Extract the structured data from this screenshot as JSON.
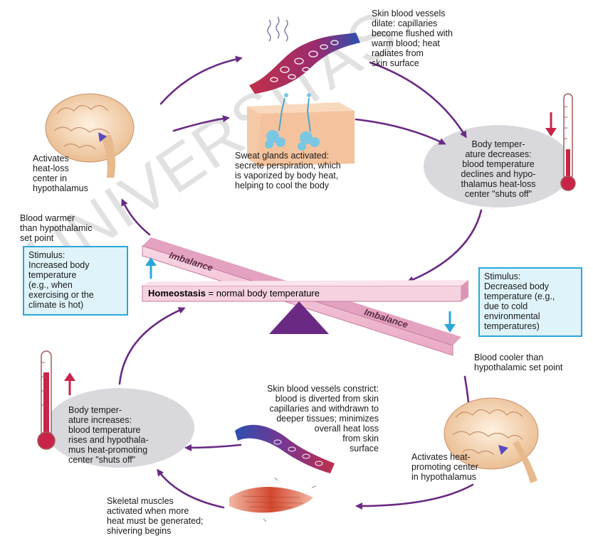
{
  "watermark": "UNIVERSITAS",
  "colors": {
    "arrow": "#6a2a84",
    "stimulus_border": "#2aa7d8",
    "stimulus_bg": "#dff3fb",
    "beam": "#f3c6d9",
    "fulcrum": "#6a2a84",
    "ellipse": "#d9d9dd",
    "up_arrow": "#2aa7d8",
    "down_arrow": "#2aa7d8"
  },
  "top_vessels_text": [
    "Skin blood vessels",
    "dilate: capillaries",
    "become flushed with",
    "warm blood; heat",
    "radiates from",
    "skin surface"
  ],
  "sweat_text": [
    "Sweat glands activated:",
    "secrete perspiration, which",
    "is vaporized by body heat,",
    "helping to cool the body"
  ],
  "temp_decrease_text": [
    "Body temper-",
    "ature decreases:",
    "blood temperature",
    "declines and hypo-",
    "thalamus heat-loss",
    "center \"shuts off\""
  ],
  "heat_loss_center_text": [
    "Activates",
    "heat-loss",
    "center in",
    "hypothalamus"
  ],
  "blood_warmer_text": [
    "Blood warmer",
    "than hypothalamic",
    "set point"
  ],
  "stimulus_increase": [
    "Stimulus:",
    "Increased body",
    "temperature",
    "(e.g., when",
    "exercising or the",
    "climate is hot)"
  ],
  "stimulus_decrease": [
    "Stimulus:",
    "Decreased body",
    "temperature (e.g.,",
    "due to cold",
    "environmental",
    "temperatures)"
  ],
  "beam": {
    "top_imbalance": "Imbalance",
    "bottom_imbalance": "Imbalance",
    "homeostasis_bold": "Homeostasis",
    "homeostasis_rest": " = normal body temperature"
  },
  "blood_cooler_text": [
    "Blood cooler than",
    "hypothalamic set point"
  ],
  "constrict_text": [
    "Skin blood vessels constrict:",
    "blood is diverted from skin",
    "capillaries and withdrawn to",
    "deeper tissues; minimizes",
    "overall heat loss",
    "from skin",
    "surface"
  ],
  "temp_increase_text": [
    "Body temper-",
    "ature increases:",
    "blood temperature",
    "rises and hypothala-",
    "mus heat-promoting",
    "center \"shuts off\""
  ],
  "heat_promoting_text": [
    "Activates heat-",
    "promoting center",
    "in hypothalamus"
  ],
  "muscles_text": [
    "Skeletal muscles",
    "activated when more",
    "heat must be generated;",
    "shivering begins"
  ],
  "icons": [
    "brain-icon",
    "blood-vessels-icon",
    "sweat-gland-icon",
    "thermometer-icon",
    "muscle-icon",
    "fulcrum-icon",
    "arrow-up-icon",
    "arrow-down-icon"
  ]
}
